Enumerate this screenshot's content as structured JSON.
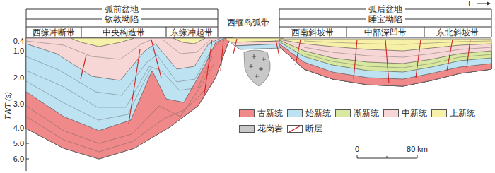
{
  "diagram": {
    "labels": [
      "弧前盆地",
      "钦敦坳陷",
      "西缘冲断带",
      "中央构造带",
      "东缘冲起带",
      "西缅岛弧带",
      "弧后盆地",
      "睡宝坳陷",
      "西南斜坡带",
      "中部深凹带",
      "东北斜坡带",
      "E",
      "0.4",
      "1.0",
      "2.0",
      "3.0",
      "4.0",
      "5.0",
      "6.0",
      "TWT (s)",
      "0",
      "80 km"
    ],
    "legend": [
      {
        "text": "古新统",
        "color": "#f08a8a"
      },
      {
        "text": "始新统",
        "color": "#bde3f2"
      },
      {
        "text": "渐新统",
        "color": "#d9e8a0"
      },
      {
        "text": "中新统",
        "color": "#f7d6d6"
      },
      {
        "text": "上新统",
        "color": "#f7f0a8"
      },
      {
        "text": "花岗岩",
        "color": "#c8c8c8"
      },
      {
        "text": "断层"
      }
    ]
  }
}
